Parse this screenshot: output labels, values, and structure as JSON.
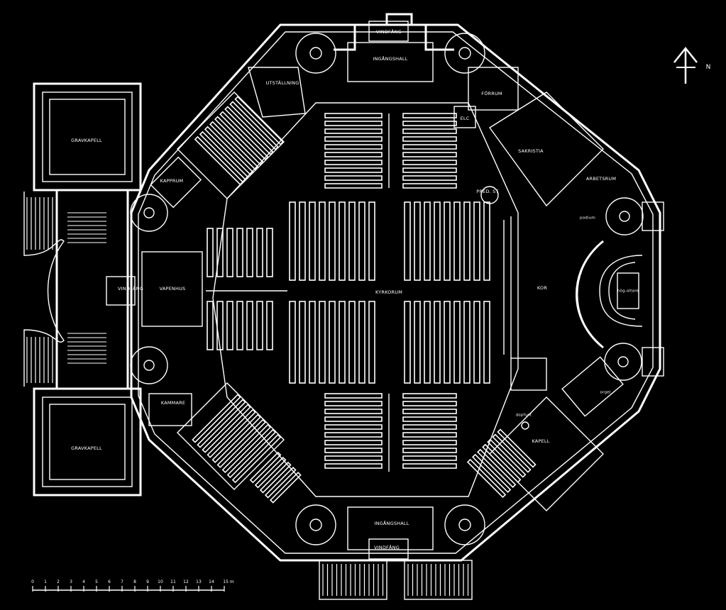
{
  "labels": {
    "vindfang_n": "VINDFÅNG",
    "ingangshall_n": "INGÅNGSHALL",
    "utstallning": "UTSTÄLLNING",
    "forrum": "FÖRRUM",
    "elc": "ELC",
    "sakristia": "SAKRISTIA",
    "arbetsrum": "ARBETSRUM",
    "pred_st": "PRED. ST",
    "kapprum": "KAPPRUM",
    "gravkapell_n": "GRAVKAPELL",
    "gravkapell_s": "GRAVKAPELL",
    "vindfang_w": "VINDFÅNG",
    "vapenhus": "VAPENHUS",
    "kyrkorum": "KYRKORUM",
    "kor": "KOR",
    "kammare": "KAMMARE",
    "kapell": "KAPELL",
    "dopfunt": "dopfunt",
    "ingangshall_s": "INGÅNGSHALL",
    "vindfang_s": "VINDFÅNG",
    "orgel": "orgel",
    "podium": "podium",
    "hog_altare": "hög-altare"
  },
  "north_label": "N",
  "scale": {
    "ticks": [
      "0",
      "1",
      "2",
      "3",
      "4",
      "5",
      "6",
      "7",
      "8",
      "9",
      "10",
      "11",
      "12",
      "13",
      "14",
      "15 m"
    ]
  },
  "colors": {
    "background": "#000000",
    "lines": "#ffffff"
  }
}
